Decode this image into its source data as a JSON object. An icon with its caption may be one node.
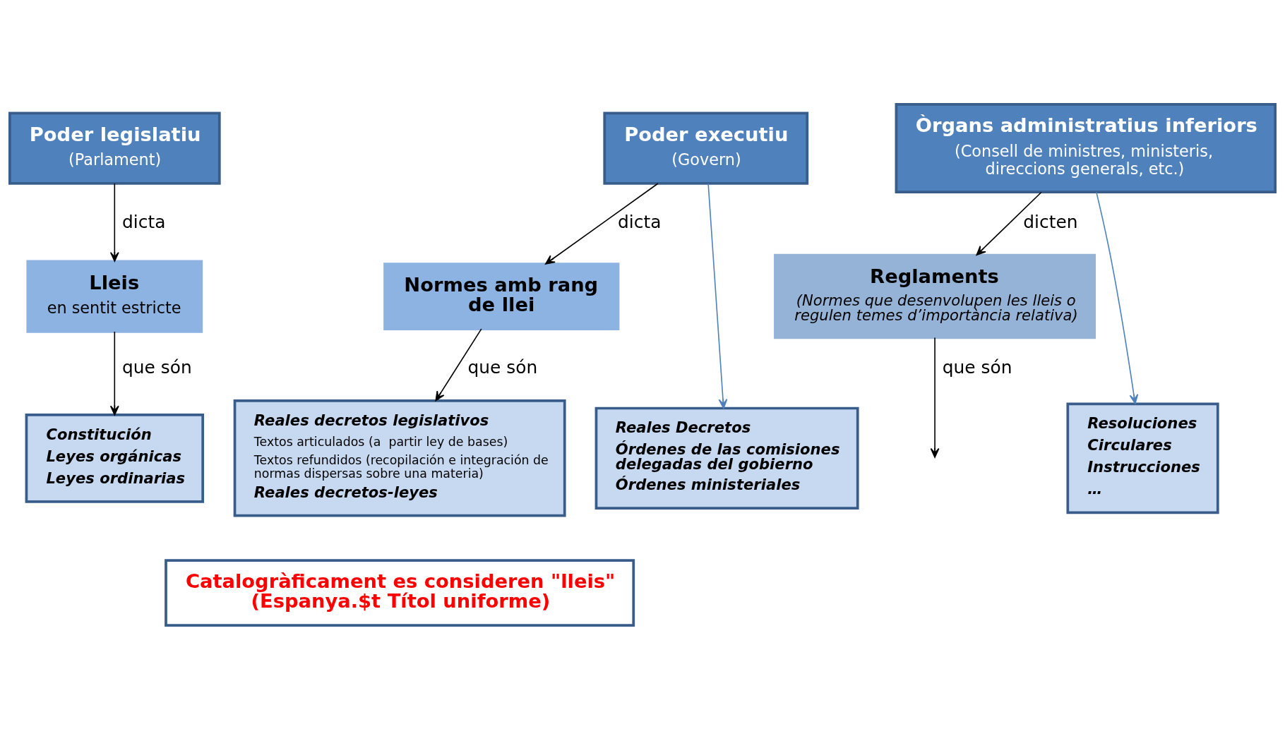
{
  "diagram": {
    "nodes": [
      {
        "text": [
          "Poder legislatiu",
          "(Parlament)"
        ]
      },
      {
        "text": [
          "Poder executiu",
          "(Govern)"
        ]
      },
      {
        "text": [
          "Òrgans administratius inferiors",
          "(Consell de ministres, ministeris, direccions generals, etc.)"
        ]
      },
      {
        "text": [
          "Lleis",
          "en sentit estricte"
        ]
      },
      {
        "text": [
          "Normes amb rang de llei"
        ]
      },
      {
        "text": [
          "Reglaments",
          "(Normes que desenvolupen les lleis o regulen temes d’importància relativa)"
        ]
      },
      {
        "text": [
          "Constitución",
          "Leyes orgánicas",
          "Leyes ordinarias"
        ]
      },
      {
        "text": [
          "Reales decretos legislativos",
          "Textos articulados (a  partir ley de bases)",
          "Textos refundidos (recopilación e integración de normas dispersas sobre una materia)",
          "Reales decretos-leyes"
        ]
      },
      {
        "text": [
          "Reales Decretos",
          "Órdenes de las comisiones delegadas del gobierno",
          "Órdenes ministeriales"
        ]
      },
      {
        "text": [
          "Resoluciones",
          "Circulares",
          "Instrucciones",
          "…"
        ]
      },
      {
        "text": [
          "Catalogràficament es consideren \"lleis\" (Espanya.$t Títol uniforme)"
        ]
      }
    ],
    "edges": [
      {
        "from": 0,
        "to": 3,
        "arrow": "to",
        "label": "dicta"
      },
      {
        "from": 3,
        "to": 6,
        "arrow": "to",
        "label": "que són"
      },
      {
        "from": 1,
        "to": 4,
        "arrow": "to",
        "label": "dicta"
      },
      {
        "from": 4,
        "to": 7,
        "arrow": "to",
        "label": "que són"
      },
      {
        "from": 1,
        "to": 8,
        "arrow": "to",
        "color": "#4f81bd"
      },
      {
        "from": 2,
        "to": 5,
        "arrow": "to",
        "label": "dicten"
      },
      {
        "from": 5,
        "to": null,
        "arrow": "to",
        "label": "que són"
      },
      {
        "from": 2,
        "to": 9,
        "arrow": "to",
        "color": "#4f81bd"
      }
    ]
  }
}
